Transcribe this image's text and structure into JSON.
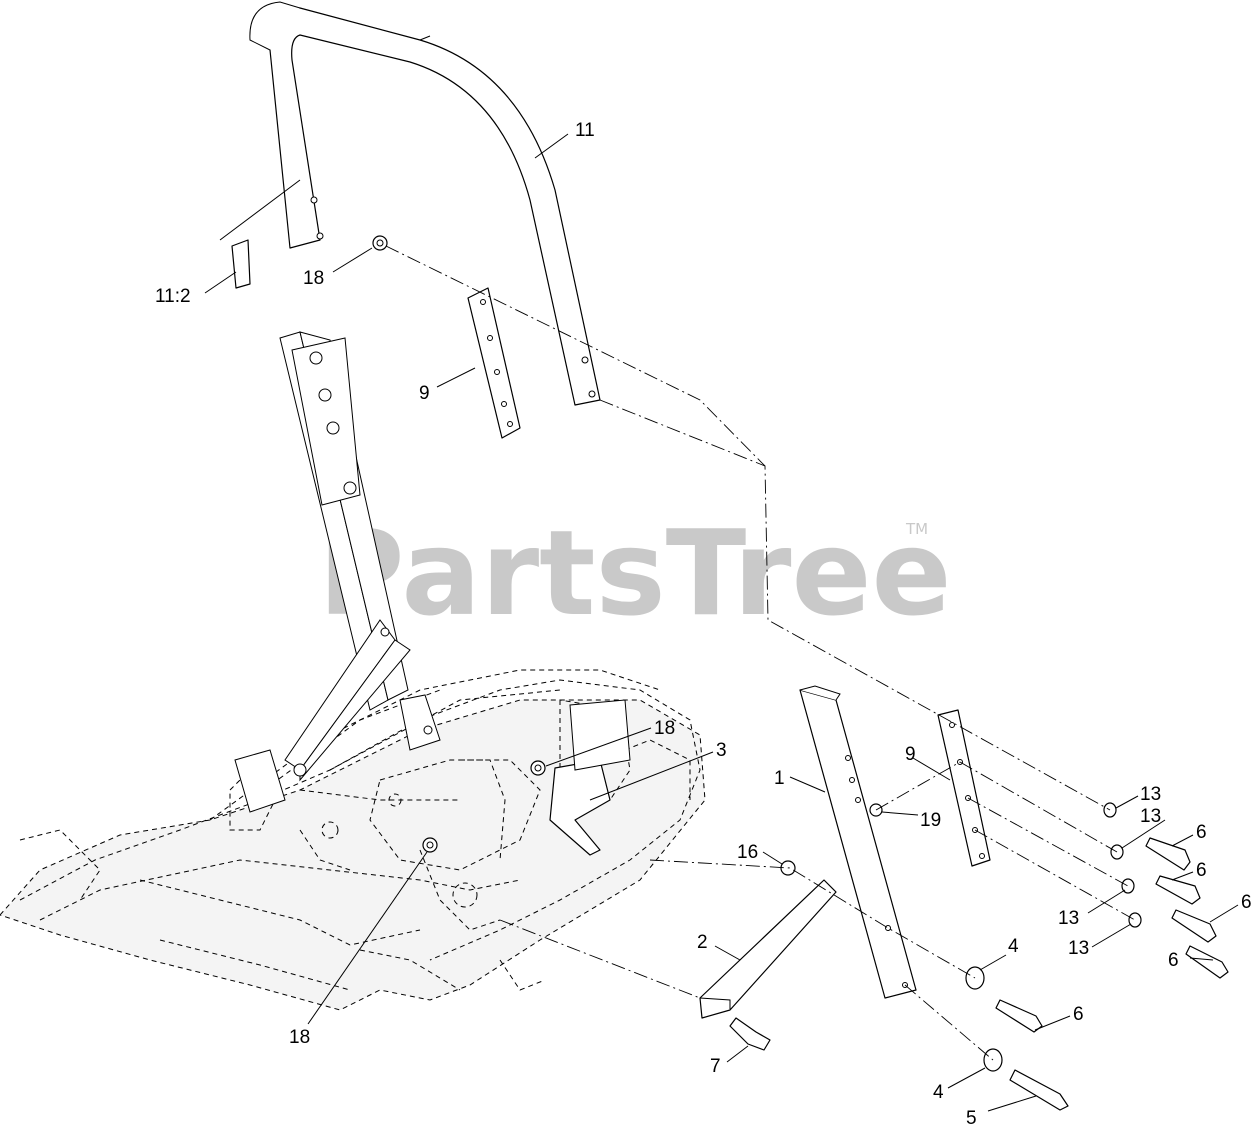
{
  "watermark": {
    "text": "PartsTree",
    "mark": "TM"
  },
  "callouts": [
    {
      "id": "c11",
      "label": "11"
    },
    {
      "id": "c11-2",
      "label": "11:2"
    },
    {
      "id": "c18-top",
      "label": "18"
    },
    {
      "id": "c9-top",
      "label": "9"
    },
    {
      "id": "c18-mid",
      "label": "18"
    },
    {
      "id": "c3",
      "label": "3"
    },
    {
      "id": "c1",
      "label": "1"
    },
    {
      "id": "c9-right",
      "label": "9"
    },
    {
      "id": "c19",
      "label": "19"
    },
    {
      "id": "c13-a",
      "label": "13"
    },
    {
      "id": "c13-b",
      "label": "13"
    },
    {
      "id": "c13-c",
      "label": "13"
    },
    {
      "id": "c13-d",
      "label": "13"
    },
    {
      "id": "c6-a",
      "label": "6"
    },
    {
      "id": "c6-b",
      "label": "6"
    },
    {
      "id": "c6-c",
      "label": "6"
    },
    {
      "id": "c6-d",
      "label": "6"
    },
    {
      "id": "c6-e",
      "label": "6"
    },
    {
      "id": "c16",
      "label": "16"
    },
    {
      "id": "c2",
      "label": "2"
    },
    {
      "id": "c4-a",
      "label": "4"
    },
    {
      "id": "c4-b",
      "label": "4"
    },
    {
      "id": "c7",
      "label": "7"
    },
    {
      "id": "c5",
      "label": "5"
    },
    {
      "id": "c18-bottom",
      "label": "18"
    }
  ]
}
